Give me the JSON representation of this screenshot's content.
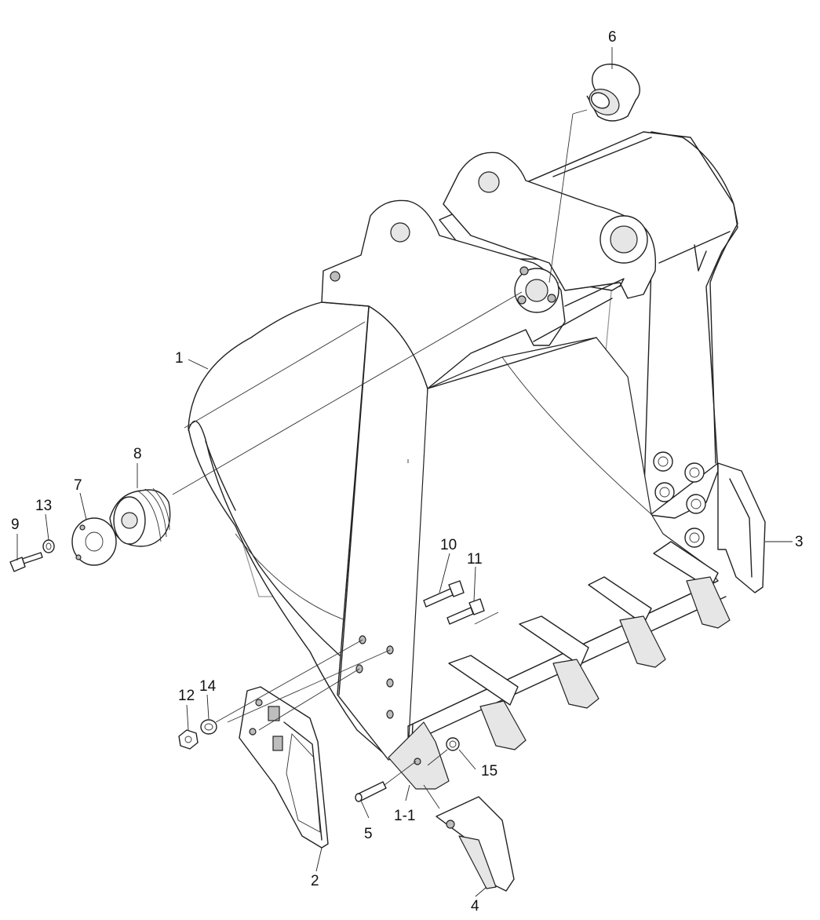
{
  "callouts": [
    {
      "id": "c1",
      "label": "1"
    },
    {
      "id": "c1-1",
      "label": "1-1"
    },
    {
      "id": "c2",
      "label": "2"
    },
    {
      "id": "c3",
      "label": "3"
    },
    {
      "id": "c4",
      "label": "4"
    },
    {
      "id": "c5",
      "label": "5"
    },
    {
      "id": "c6",
      "label": "6"
    },
    {
      "id": "c7",
      "label": "7"
    },
    {
      "id": "c8",
      "label": "8"
    },
    {
      "id": "c9",
      "label": "9"
    },
    {
      "id": "c10",
      "label": "10"
    },
    {
      "id": "c11",
      "label": "11"
    },
    {
      "id": "c12",
      "label": "12"
    },
    {
      "id": "c13",
      "label": "13"
    },
    {
      "id": "c14",
      "label": "14"
    },
    {
      "id": "c15",
      "label": "15"
    }
  ]
}
